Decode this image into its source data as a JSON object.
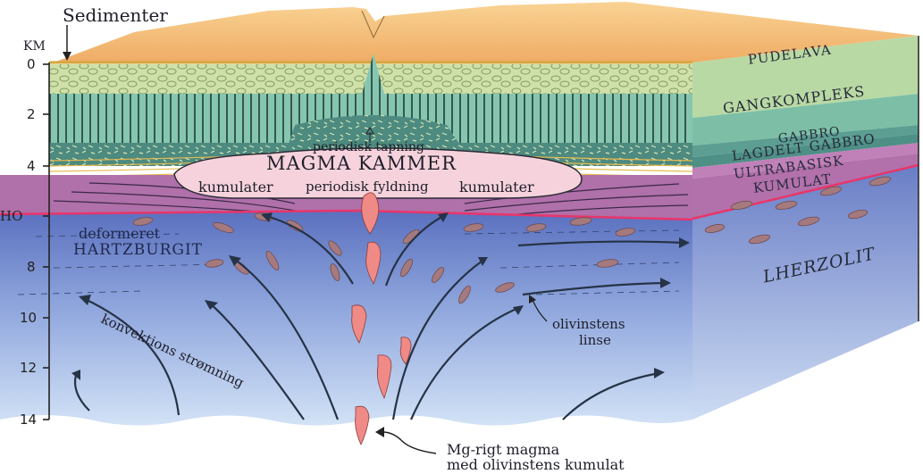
{
  "scale": {
    "unit": "KM",
    "ticks": [
      "0",
      "2",
      "4",
      "6",
      "8",
      "10",
      "12",
      "14"
    ],
    "moho_label": "HO"
  },
  "layers_right": [
    "PUDELAVA",
    "GANGKOMPLEKS",
    "GABBRO",
    "LAGDELT GABBRO",
    "ULTRABASISK",
    "KUMULAT",
    "LHERZOLIT"
  ],
  "labels": {
    "sedimenter": "Sedimenter",
    "periodisk_tapning": "periodisk tapning",
    "magma_kammer": "MAGMA KAMMER",
    "kumulater_left": "kumulater",
    "periodisk_fyldning": "periodisk fyldning",
    "kumulater_right": "kumulater",
    "deformeret": "deformeret",
    "hartzburgit": "HARTZBURGIT",
    "konvektions": "konvektions strømning",
    "olivinstens": "olivinstens",
    "linse": "linse",
    "mg_rigt": "Mg-rigt magma",
    "med_olivinstens": "med olivinstens kumulat"
  },
  "colors": {
    "sediment": "#f3b977",
    "pillow_lava": "#cfe0a8",
    "dikes": "#8ec9b4",
    "gabbro": "#4e8f85",
    "ultramafic": "#b879b0",
    "mantle_top": "#5c74c0",
    "mantle_bottom": "#c9dcf4",
    "moho": "#e8356a",
    "magma": "#f08a86"
  }
}
